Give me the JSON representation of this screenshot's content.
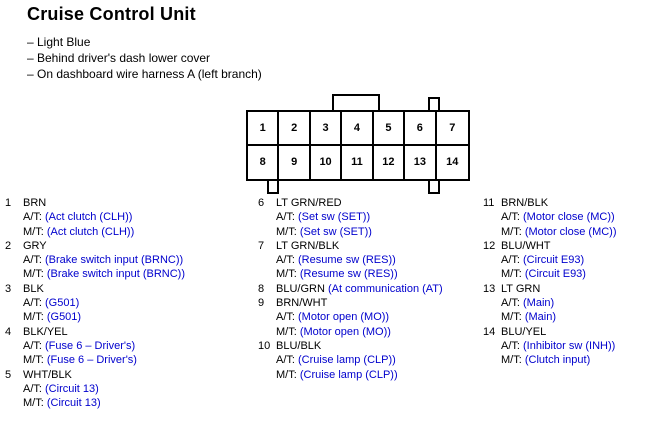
{
  "title": "Cruise Control Unit",
  "notes": [
    "– Light Blue",
    "– Behind driver's dash lower cover",
    "– On dashboard wire harness A (left branch)"
  ],
  "accent_blue": "#0000cd",
  "connector": {
    "top_row": [
      "1",
      "2",
      "3",
      "4",
      "5",
      "6",
      "7"
    ],
    "bottom_row": [
      "8",
      "9",
      "10",
      "11",
      "12",
      "13",
      "14"
    ]
  },
  "columns": [
    {
      "pins": [
        {
          "num": "1",
          "wire": "BRN",
          "rows": [
            {
              "label": "A/T:",
              "value": "(Act clutch (CLH))"
            },
            {
              "label": "M/T:",
              "value": "(Act clutch (CLH))"
            }
          ]
        },
        {
          "num": "2",
          "wire": "GRY",
          "rows": [
            {
              "label": "A/T:",
              "value": "(Brake switch input (BRNC))"
            },
            {
              "label": "M/T:",
              "value": "(Brake switch input (BRNC))"
            }
          ]
        },
        {
          "num": "3",
          "wire": "BLK",
          "rows": [
            {
              "label": "A/T:",
              "value": "(G501)"
            },
            {
              "label": "M/T:",
              "value": "(G501)"
            }
          ]
        },
        {
          "num": "4",
          "wire": "BLK/YEL",
          "rows": [
            {
              "label": "A/T:",
              "value": "(Fuse 6 – Driver's)"
            },
            {
              "label": "M/T:",
              "value": "(Fuse 6 – Driver's)"
            }
          ]
        },
        {
          "num": "5",
          "wire": "WHT/BLK",
          "rows": [
            {
              "label": "A/T:",
              "value": "(Circuit 13)"
            },
            {
              "label": "M/T:",
              "value": "(Circuit 13)"
            }
          ]
        }
      ]
    },
    {
      "pins": [
        {
          "num": "6",
          "wire": "LT GRN/RED",
          "rows": [
            {
              "label": "A/T:",
              "value": "(Set sw (SET))"
            },
            {
              "label": "M/T:",
              "value": "(Set sw (SET))"
            }
          ]
        },
        {
          "num": "7",
          "wire": "LT GRN/BLK",
          "rows": [
            {
              "label": "A/T:",
              "value": "(Resume sw (RES))"
            },
            {
              "label": "M/T:",
              "value": "(Resume sw (RES))"
            }
          ]
        },
        {
          "num": "8",
          "wire": "BLU/GRN",
          "inline": "(At communication (AT)",
          "rows": []
        },
        {
          "num": "9",
          "wire": "BRN/WHT",
          "rows": [
            {
              "label": "A/T:",
              "value": "(Motor open (MO))"
            },
            {
              "label": "M/T:",
              "value": "(Motor open (MO))"
            }
          ]
        },
        {
          "num": "10",
          "wire": "BLU/BLK",
          "rows": [
            {
              "label": "A/T:",
              "value": "(Cruise lamp (CLP))"
            },
            {
              "label": "M/T:",
              "value": "(Cruise lamp (CLP))"
            }
          ]
        }
      ]
    },
    {
      "pins": [
        {
          "num": "11",
          "wire": "BRN/BLK",
          "rows": [
            {
              "label": "A/T:",
              "value": "(Motor close (MC))"
            },
            {
              "label": "M/T:",
              "value": "(Motor close (MC))"
            }
          ]
        },
        {
          "num": "12",
          "wire": "BLU/WHT",
          "rows": [
            {
              "label": "A/T:",
              "value": "(Circuit E93)"
            },
            {
              "label": "M/T:",
              "value": "(Circuit E93)"
            }
          ]
        },
        {
          "num": "13",
          "wire": "LT GRN",
          "rows": [
            {
              "label": "A/T:",
              "value": "(Main)"
            },
            {
              "label": "M/T:",
              "value": "(Main)"
            }
          ]
        },
        {
          "num": "14",
          "wire": "BLU/YEL",
          "rows": [
            {
              "label": "A/T:",
              "value": "(Inhibitor sw (INH))"
            },
            {
              "label": "M/T:",
              "value": "(Clutch input)"
            }
          ]
        }
      ]
    }
  ]
}
